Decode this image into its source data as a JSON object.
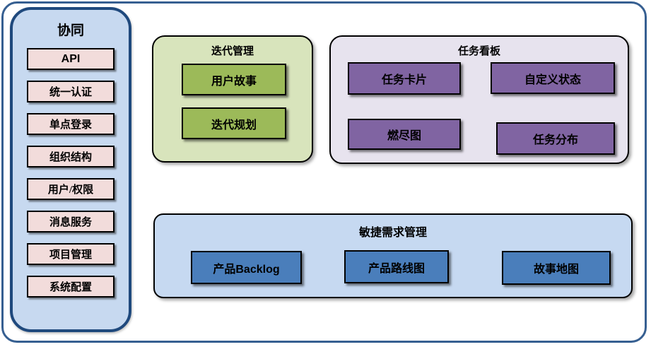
{
  "sidebar": {
    "title": "协同",
    "items": [
      "API",
      "统一认证",
      "单点登录",
      "组织结构",
      "用户/权限",
      "消息服务",
      "项目管理",
      "系统配置"
    ]
  },
  "panels": {
    "iteration": {
      "title": "迭代管理",
      "items": [
        "用户故事",
        "迭代规划"
      ]
    },
    "kanban": {
      "title": "任务看板",
      "items": [
        "任务卡片",
        "自定义状态",
        "燃尽图",
        "任务分布"
      ]
    },
    "agile": {
      "title": "敏捷需求管理",
      "items": [
        "产品Backlog",
        "产品路线图",
        "故事地图"
      ]
    }
  },
  "colors": {
    "frame_border": "#365f91",
    "sidebar_fill": "#c7d9f0",
    "sidebar_border": "#1f497d",
    "sidebar_item_fill": "#f2dcdb",
    "iteration_panel_fill": "#d8e4bc",
    "iteration_item_fill": "#9cba59",
    "kanban_panel_fill": "#e7e3ee",
    "kanban_item_fill": "#8064a2",
    "agile_panel_fill": "#c6d9f1",
    "agile_item_fill": "#4a7ebb",
    "box_border": "#000000",
    "text": "#000000"
  }
}
